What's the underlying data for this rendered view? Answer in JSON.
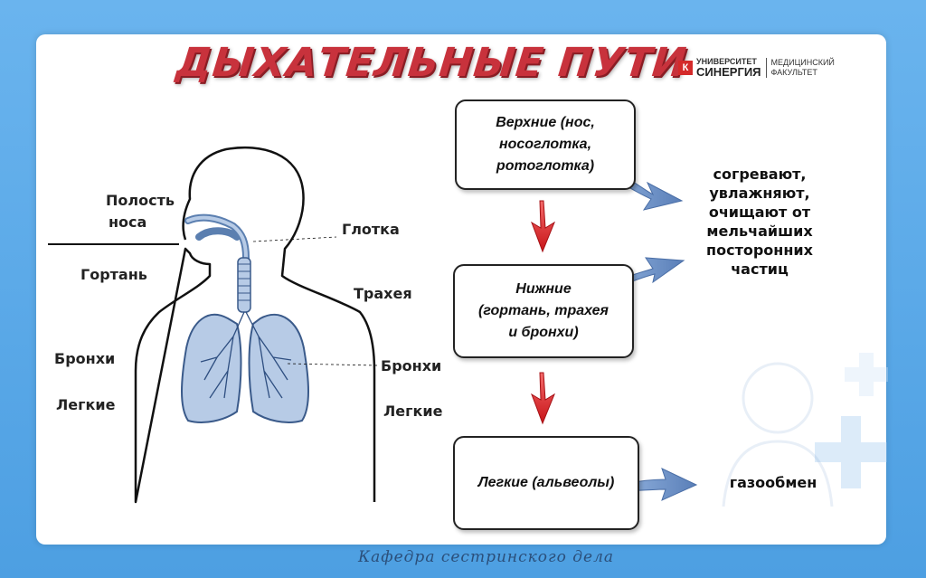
{
  "slide": {
    "title": "ДЫХАТЕЛЬНЫЕ ПУТИ",
    "logo": {
      "line1": "УНИВЕРСИТЕТ",
      "line2": "СИНЕРГИЯ",
      "line3": "МЕДИЦИНСКИЙ",
      "line4": "ФАКУЛЬТЕТ"
    },
    "anatomy_labels": {
      "nasal_cavity_1": "Полость",
      "nasal_cavity_2": "носа",
      "larynx": "Гортань",
      "pharynx": "Глотка",
      "trachea": "Трахея",
      "bronchi_left": "Бронхи",
      "bronchi_right": "Бронхи",
      "lungs_left": "Легкие",
      "lungs_right": "Легкие"
    },
    "boxes": {
      "upper": {
        "line1": "Верхние (нос,",
        "line2": "носоглотка,",
        "line3": "ротоглотка)"
      },
      "lower": {
        "line1": "Нижние",
        "line2": "(гортань, трахея",
        "line3": "и бронхи)"
      },
      "lungs": {
        "line1": "Легкие (альвеолы)"
      }
    },
    "effects": {
      "airways": {
        "line1": "согревают,",
        "line2": "увлажняют,",
        "line3": "очищают от",
        "line4": "мельчайших",
        "line5": "посторонних",
        "line6": "частиц"
      },
      "alveoli": "газообмен"
    },
    "footer": "Кафедра сестринского дела",
    "colors": {
      "title": "#c8323c",
      "arrow_red": "#e0242a",
      "arrow_blue": "#6f93c8",
      "lung": "#b7cbe6",
      "frame": "#4d9fe2"
    }
  }
}
